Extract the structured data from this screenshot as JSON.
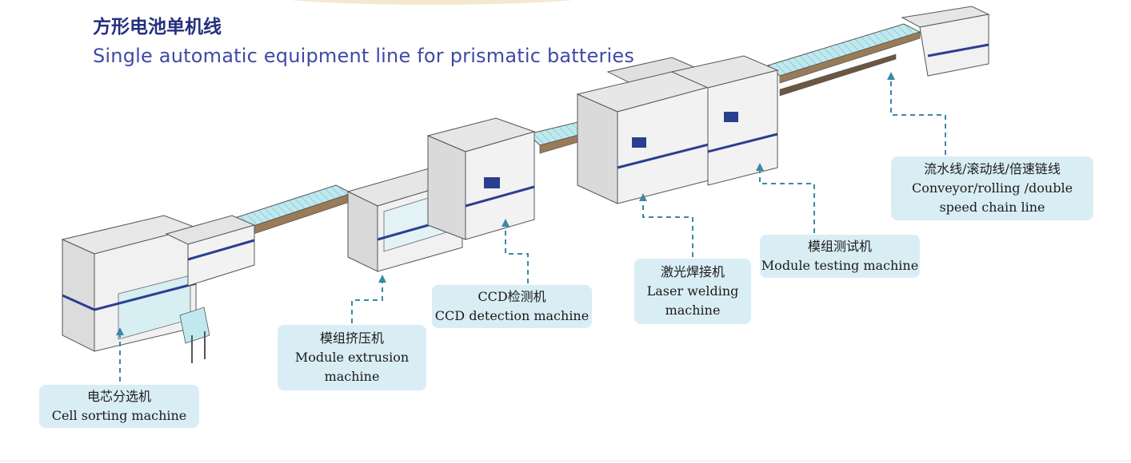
{
  "header": {
    "title_cn": "方形电池单机线",
    "title_en": "Single automatic equipment line for prismatic batteries"
  },
  "labels": {
    "cell_sorting": {
      "cn": "电芯分选机",
      "en": "Cell sorting machine"
    },
    "module_extrusion": {
      "cn": "模组挤压机",
      "en_1": "Module extrusion",
      "en_2": "machine"
    },
    "ccd_detection": {
      "cn": "CCD检测机",
      "en": "CCD detection machine"
    },
    "laser_welding": {
      "cn": "激光焊接机",
      "en_1": "Laser welding",
      "en_2": "machine"
    },
    "module_testing": {
      "cn": "模组测试机",
      "en": "Module testing machine"
    },
    "conveyor": {
      "cn": "流水线/滚动线/倍速链线",
      "en_1": "Conveyor/rolling /double",
      "en_2": "speed chain line"
    }
  },
  "colors": {
    "title_dark": "#24307e",
    "title_light": "#3f4aa6",
    "label_bg": "#d9edf4",
    "leader": "#3b88a8",
    "conveyor_belt": "#bfe9ee",
    "machine_body": "#f1f1f1",
    "machine_stroke": "#555555",
    "stripe": "#2b3f8f",
    "rail": "#8a6a4a"
  }
}
